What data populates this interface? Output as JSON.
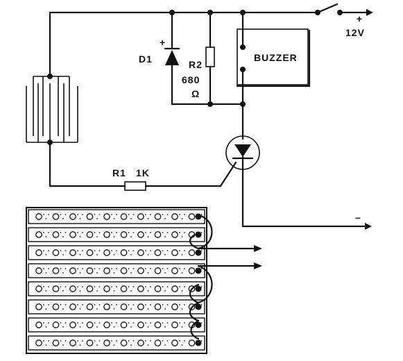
{
  "labels": {
    "diode": "D1",
    "diode_polarity": "+",
    "resistor2": "R2",
    "resistor2_value": "680",
    "resistor2_unit": "Ω",
    "buzzer": "BUZZER",
    "resistor1": "R1",
    "resistor1_value": "1K",
    "supply_plus": "+",
    "supply_voltage": "12V",
    "supply_minus": "–"
  },
  "stripboard": {
    "rows": 8,
    "holes_per_row": 10
  }
}
